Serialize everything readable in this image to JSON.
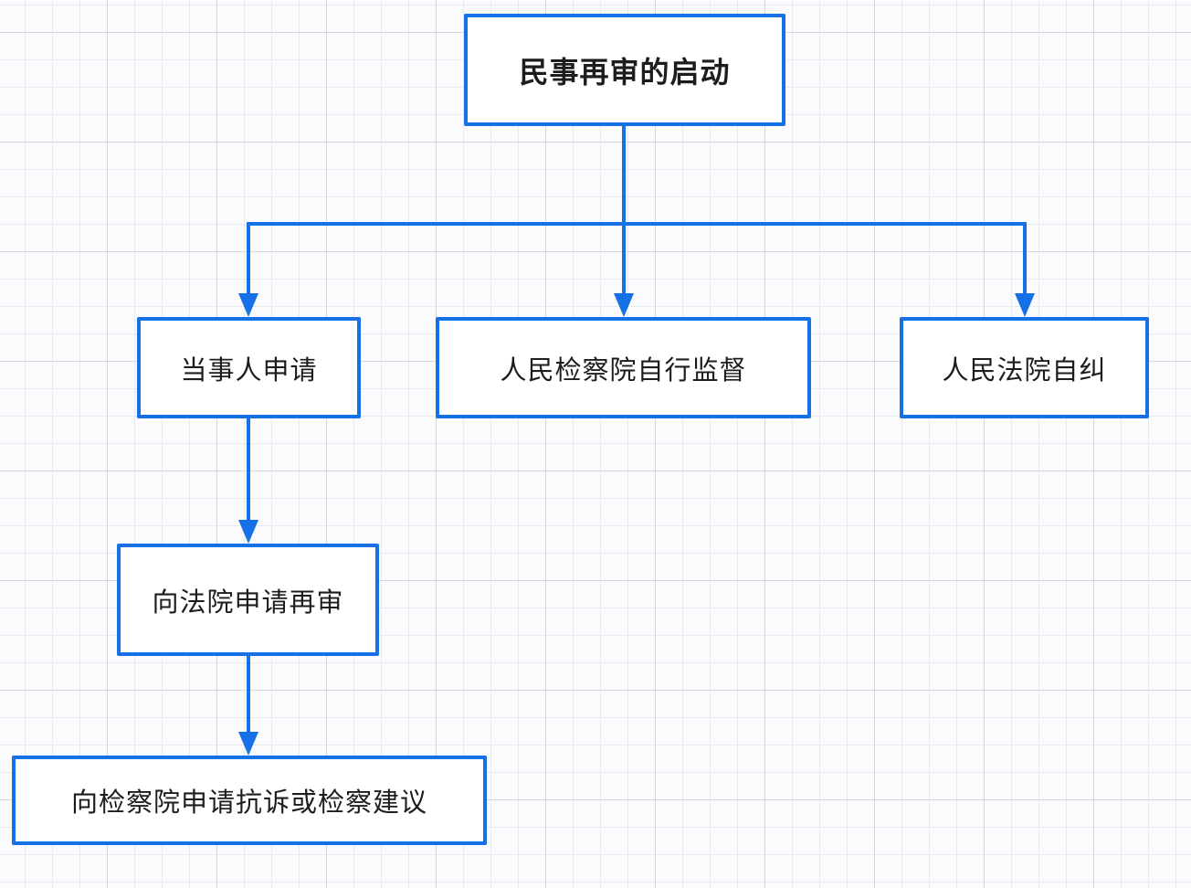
{
  "diagram": {
    "type": "flowchart",
    "title": "民事再审的启动",
    "colors": {
      "accent_blue": "#1670e6",
      "node_fill": "#ffffff",
      "text": "#1d1d1f",
      "canvas": "#fbfbfd",
      "grid_minor": "#e9e9f0",
      "grid_major": "#d7d7e0"
    },
    "nodes": [
      {
        "id": "root",
        "label": "民事再审的启动",
        "emphasis": "bold"
      },
      {
        "id": "party",
        "label": "当事人申请",
        "emphasis": "normal"
      },
      {
        "id": "procuracy",
        "label": "人民检察院自行监督",
        "emphasis": "normal"
      },
      {
        "id": "court_self",
        "label": "人民法院自纠",
        "emphasis": "normal"
      },
      {
        "id": "apply_court",
        "label": "向法院申请再审",
        "emphasis": "normal"
      },
      {
        "id": "apply_proc",
        "label": "向检察院申请抗诉或检察建议",
        "emphasis": "normal"
      }
    ],
    "edges": [
      {
        "from": "root",
        "to": "party",
        "style": "arrow"
      },
      {
        "from": "root",
        "to": "procuracy",
        "style": "arrow"
      },
      {
        "from": "root",
        "to": "court_self",
        "style": "arrow"
      },
      {
        "from": "party",
        "to": "apply_court",
        "style": "arrow"
      },
      {
        "from": "apply_court",
        "to": "apply_proc",
        "style": "arrow"
      }
    ]
  }
}
